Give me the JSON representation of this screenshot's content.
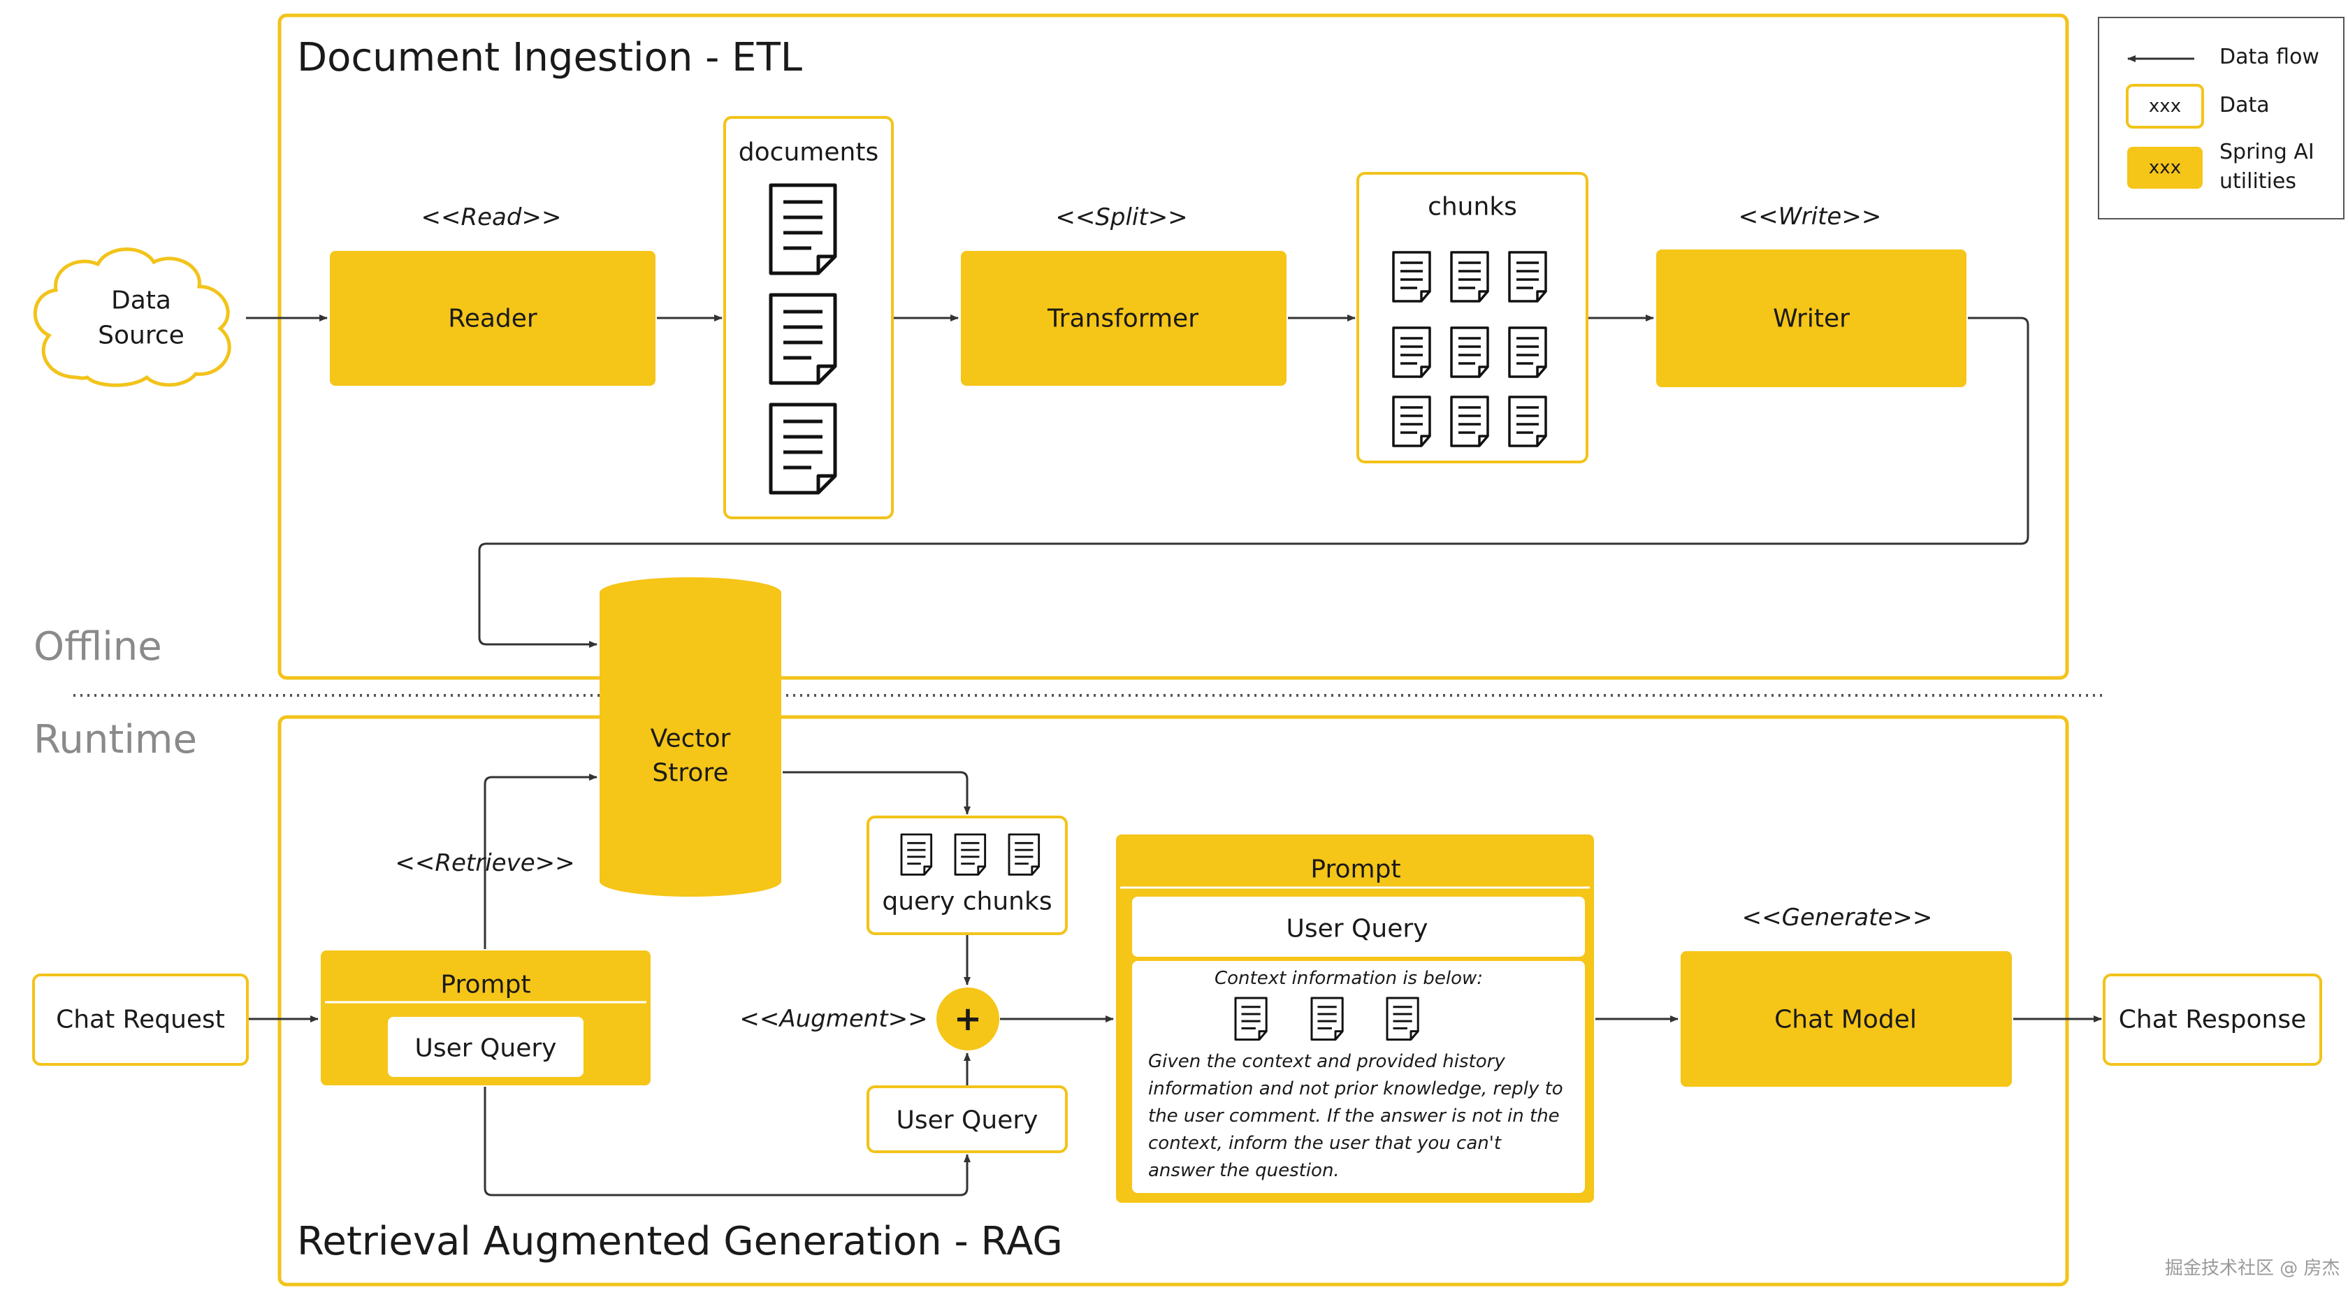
{
  "colors": {
    "accent": "#F5C518",
    "border": "#F2C31A",
    "line": "#333333",
    "text": "#1a1a1a",
    "phase": "#8a8a8a"
  },
  "sections": {
    "etl_title": "Document Ingestion - ETL",
    "rag_title": "Retrieval Augmented Generation - RAG"
  },
  "phases": {
    "offline": "Offline",
    "runtime": "Runtime"
  },
  "legend": {
    "data_flow": "Data flow",
    "data_sample": "xxx",
    "data": "Data",
    "spring_sample": "xxx",
    "spring_line1": "Spring AI",
    "spring_line2": "utilities"
  },
  "etl": {
    "data_source_line1": "Data",
    "data_source_line2": "Source",
    "read_stereo": "<<Read>>",
    "reader": "Reader",
    "documents": "documents",
    "split_stereo": "<<Split>>",
    "transformer": "Transformer",
    "chunks": "chunks",
    "write_stereo": "<<Write>>",
    "writer": "Writer"
  },
  "vector_store": {
    "line1": "Vector",
    "line2": "Strore"
  },
  "rag": {
    "retrieve_stereo": "<<Retrieve>>",
    "chat_request": "Chat Request",
    "prompt_left": "Prompt",
    "user_query_left": "User Query",
    "query_chunks": "query chunks",
    "augment_stereo": "<<Augment>>",
    "plus": "+",
    "user_query_bottom": "User Query",
    "prompt_big": "Prompt",
    "user_query_big": "User Query",
    "context_title": "Context information is below:",
    "context_body": "Given the context and provided history information and not prior knowledge, reply to the user comment. If the answer is not in the context, inform the user that you can't answer the question.",
    "generate_stereo": "<<Generate>>",
    "chat_model": "Chat Model",
    "chat_response": "Chat Response"
  },
  "watermark": "掘金技术社区 @ 房杰"
}
